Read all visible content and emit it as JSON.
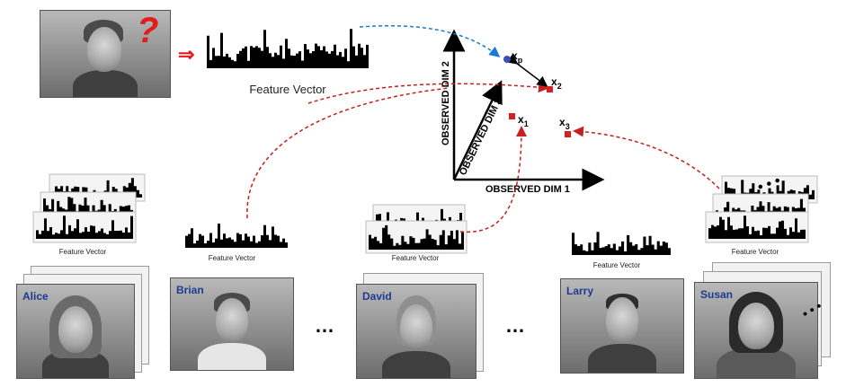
{
  "query": {
    "mark": "?",
    "arrow": "⇒",
    "feature_label": "Feature Vector"
  },
  "axes": {
    "dim1": "OBSERVED DIM 1",
    "dim2": "OBSERVED DIM 2",
    "dim3": "OBSERVED DIM 3"
  },
  "points": {
    "xp": "x",
    "xp_sub": "p",
    "x1": "x",
    "x1_sub": "1",
    "x2": "x",
    "x2_sub": "2",
    "x3": "x",
    "x3_sub": "3"
  },
  "gallery": {
    "alice": "Alice",
    "brian": "Brian",
    "david": "David",
    "larry": "Larry",
    "susan": "Susan",
    "feature_label": "Feature Vector",
    "ellipsis": "…"
  },
  "colors": {
    "query_link": "#1a7ad4",
    "match_link": "#c81e1e",
    "point_query": "#3b4fb8",
    "point_class": "#d62020"
  }
}
